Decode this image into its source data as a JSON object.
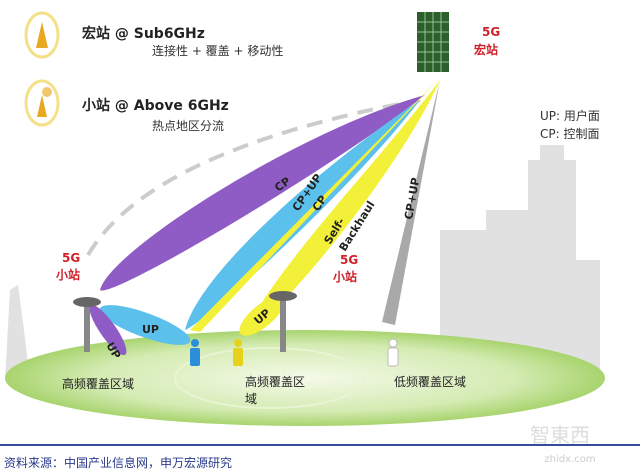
{
  "legend": {
    "macro": {
      "title": "宏站 @ Sub6GHz",
      "desc": "连接性 + 覆盖 + 移动性",
      "icon": "macro-tower-icon"
    },
    "small": {
      "title": "小站 @ Above 6GHz",
      "desc": "热点地区分流",
      "icon": "small-cell-icon"
    }
  },
  "macro_station": {
    "line1": "5G",
    "line2": "宏站"
  },
  "small_station_left": {
    "line1": "5G",
    "line2": "小站"
  },
  "small_station_right": {
    "line1": "5G",
    "line2": "小站"
  },
  "plane_legend": {
    "up": "UP: 用户面",
    "cp": "CP: 控制面"
  },
  "beams": {
    "cp_purple": "CP",
    "cp_up_blue": "CP+UP",
    "cp_yellow": "CP",
    "self_backhaul_1": "Self-",
    "self_backhaul_2": "Backhaul",
    "cp_up_grey": "CP+UP",
    "up_blue": "UP",
    "up_purple": "UP",
    "up_yellow": "UP"
  },
  "areas": {
    "left": "高频覆盖区域",
    "middle_1": "高频覆盖区",
    "middle_2": "域",
    "right": "低频覆盖区域"
  },
  "source": "资料来源：中国产业信息网，申万宏源研究",
  "watermark": {
    "logo": "智東西",
    "domain": "zhidx.com"
  },
  "colors": {
    "purple": "#8e5cc4",
    "blue": "#5bc0eb",
    "yellow": "#f3f03a",
    "grey": "#a9a9a9",
    "red": "#d0202a",
    "ground": "#b9dd8a"
  }
}
